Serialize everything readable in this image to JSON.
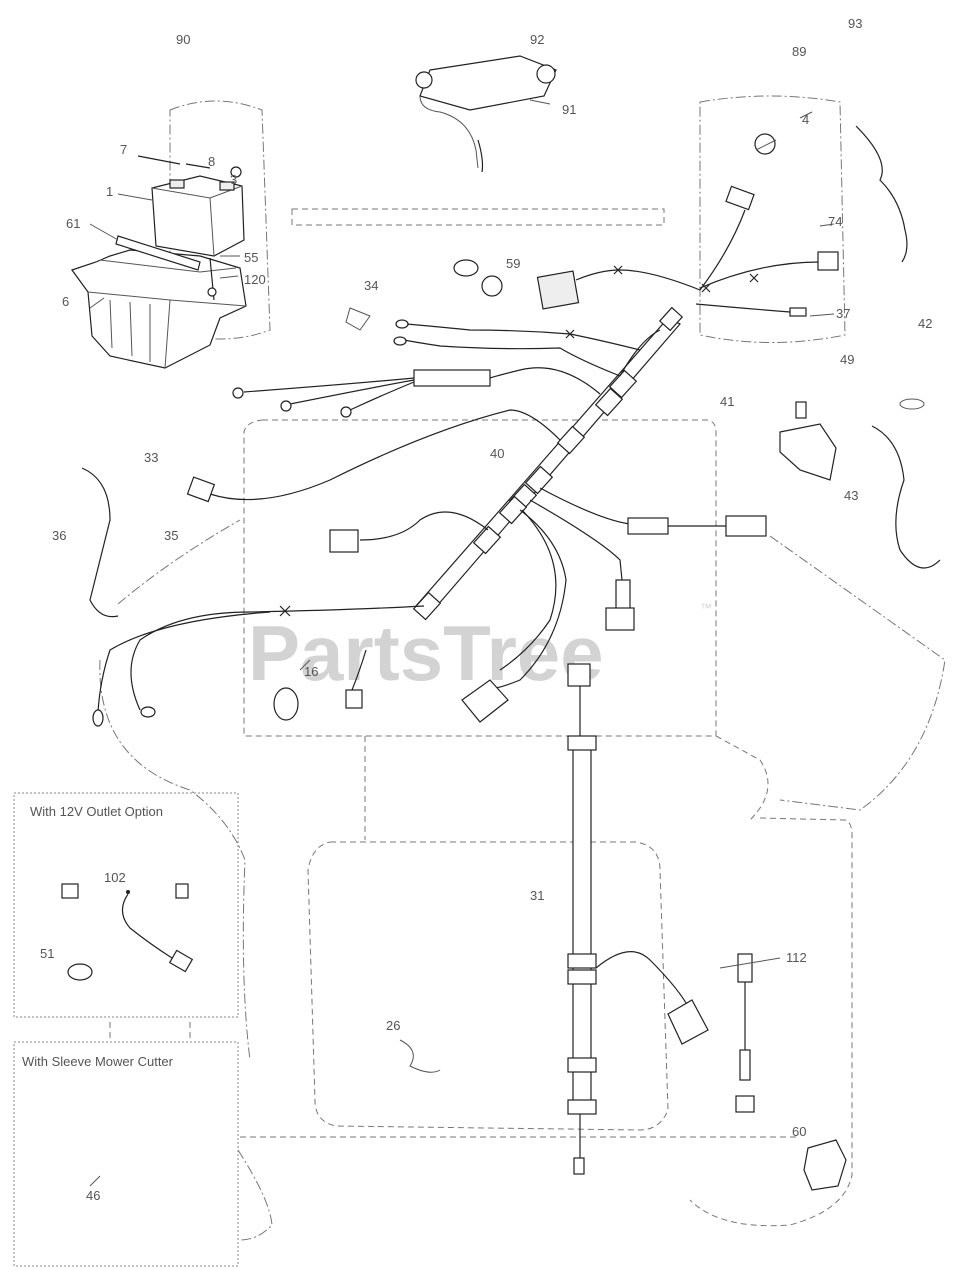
{
  "watermark": {
    "text": "PartsTree",
    "trademark": "™"
  },
  "option_boxes": [
    {
      "title": "With 12V Outlet Option"
    },
    {
      "title": "With Sleeve Mower Cutter"
    }
  ],
  "callouts": [
    {
      "id": "c90",
      "text": "90"
    },
    {
      "id": "c92",
      "text": "92"
    },
    {
      "id": "c91",
      "text": "91"
    },
    {
      "id": "c93",
      "text": "93"
    },
    {
      "id": "c89",
      "text": "89"
    },
    {
      "id": "c4",
      "text": "4"
    },
    {
      "id": "c7",
      "text": "7"
    },
    {
      "id": "c8",
      "text": "8"
    },
    {
      "id": "c3",
      "text": "3"
    },
    {
      "id": "c1",
      "text": "1"
    },
    {
      "id": "c61",
      "text": "61"
    },
    {
      "id": "c55",
      "text": "55"
    },
    {
      "id": "c120",
      "text": "120"
    },
    {
      "id": "c6",
      "text": "6"
    },
    {
      "id": "c59",
      "text": "59"
    },
    {
      "id": "c34",
      "text": "34"
    },
    {
      "id": "c74",
      "text": "74"
    },
    {
      "id": "c37",
      "text": "37"
    },
    {
      "id": "c42",
      "text": "42"
    },
    {
      "id": "c49",
      "text": "49"
    },
    {
      "id": "c41",
      "text": "41"
    },
    {
      "id": "c43",
      "text": "43"
    },
    {
      "id": "c33",
      "text": "33"
    },
    {
      "id": "c40",
      "text": "40"
    },
    {
      "id": "c36",
      "text": "36"
    },
    {
      "id": "c35",
      "text": "35"
    },
    {
      "id": "c16",
      "text": "16"
    },
    {
      "id": "c31",
      "text": "31"
    },
    {
      "id": "c102",
      "text": "102"
    },
    {
      "id": "c51",
      "text": "51"
    },
    {
      "id": "c26",
      "text": "26"
    },
    {
      "id": "c112",
      "text": "112"
    },
    {
      "id": "c60",
      "text": "60"
    },
    {
      "id": "c46",
      "text": "46"
    }
  ]
}
